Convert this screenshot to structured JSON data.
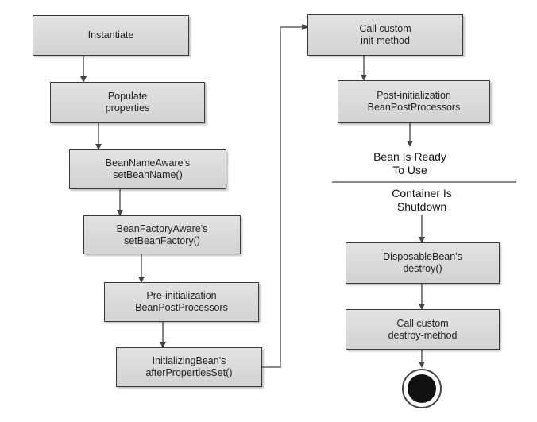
{
  "steps": {
    "instantiate": "Instantiate",
    "populate": "Populate\nproperties",
    "bean_name_aware": "BeanNameAware's\nsetBeanName()",
    "bean_factory_aware": "BeanFactoryAware's\nsetBeanFactory()",
    "pre_init": "Pre-initialization\nBeanPostProcessors",
    "initializing_bean": "InitializingBean's\nafterPropertiesSet()",
    "custom_init": "Call custom\ninit-method",
    "post_init": "Post-initialization\nBeanPostProcessors",
    "disposable_bean": "DisposableBean's\ndestroy()",
    "custom_destroy": "Call custom\ndestroy-method"
  },
  "labels": {
    "ready": "Bean Is Ready\nTo Use",
    "shutdown": "Container Is\nShutdown"
  },
  "colors": {
    "box_fill": "#d9d9d9",
    "line": "#444444",
    "end_node": "#111111"
  }
}
